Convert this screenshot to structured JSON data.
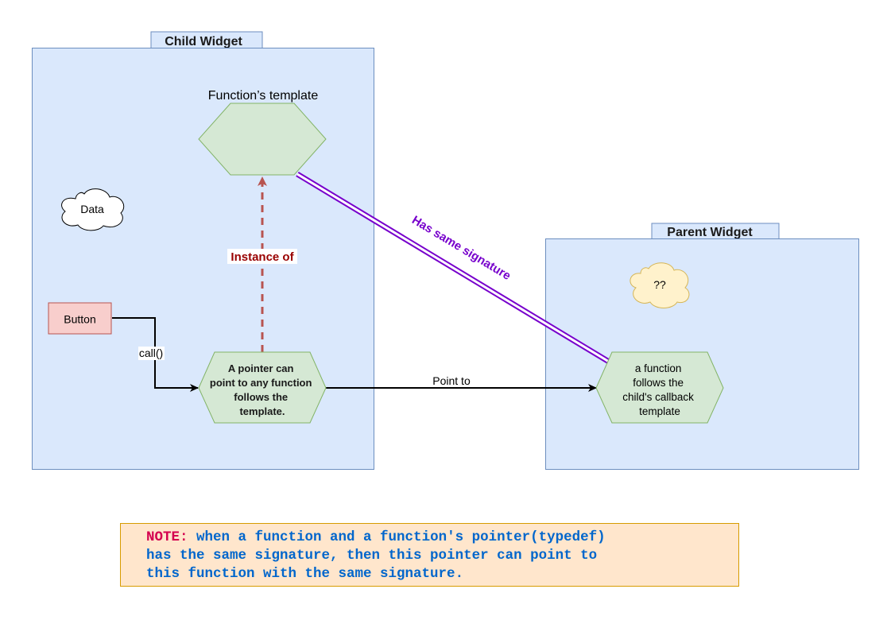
{
  "child_widget": {
    "title": "Child Widget"
  },
  "parent_widget": {
    "title": "Parent Widget"
  },
  "function_template": {
    "label": "Function’s template"
  },
  "data_cloud": {
    "label": "Data"
  },
  "unknown_cloud": {
    "label": "??"
  },
  "button": {
    "label": "Button"
  },
  "pointer_hexagon": {
    "lines": [
      "A pointer can",
      "point to any function",
      "follows the",
      "template."
    ]
  },
  "function_hexagon": {
    "lines": [
      "a function",
      "follows the",
      "child's callback",
      "template"
    ]
  },
  "edges": {
    "call": "call()",
    "instance_of": "Instance of",
    "point_to": "Point to",
    "same_signature": "Has same signature"
  },
  "note": {
    "label": "NOTE:",
    "line1": " when a function and a function's pointer(typedef)",
    "line2": "has the same signature, then this pointer can point to",
    "line3": "this function with the same signature."
  },
  "colors": {
    "widget_fill": "#dae8fc",
    "widget_stroke": "#6c8ebf",
    "hexagon_fill": "#d5e8d4",
    "hexagon_stroke": "#82b366",
    "button_fill": "#f8cecc",
    "button_stroke": "#b85450",
    "cloud_yellow": "#fff2cc",
    "cloud_yellow_stroke": "#d6b656",
    "instance_arrow": "#b85450",
    "instance_text": "#990000",
    "signature_line": "#7700cc",
    "note_fill": "#ffe6cc",
    "note_stroke": "#d79b00"
  }
}
